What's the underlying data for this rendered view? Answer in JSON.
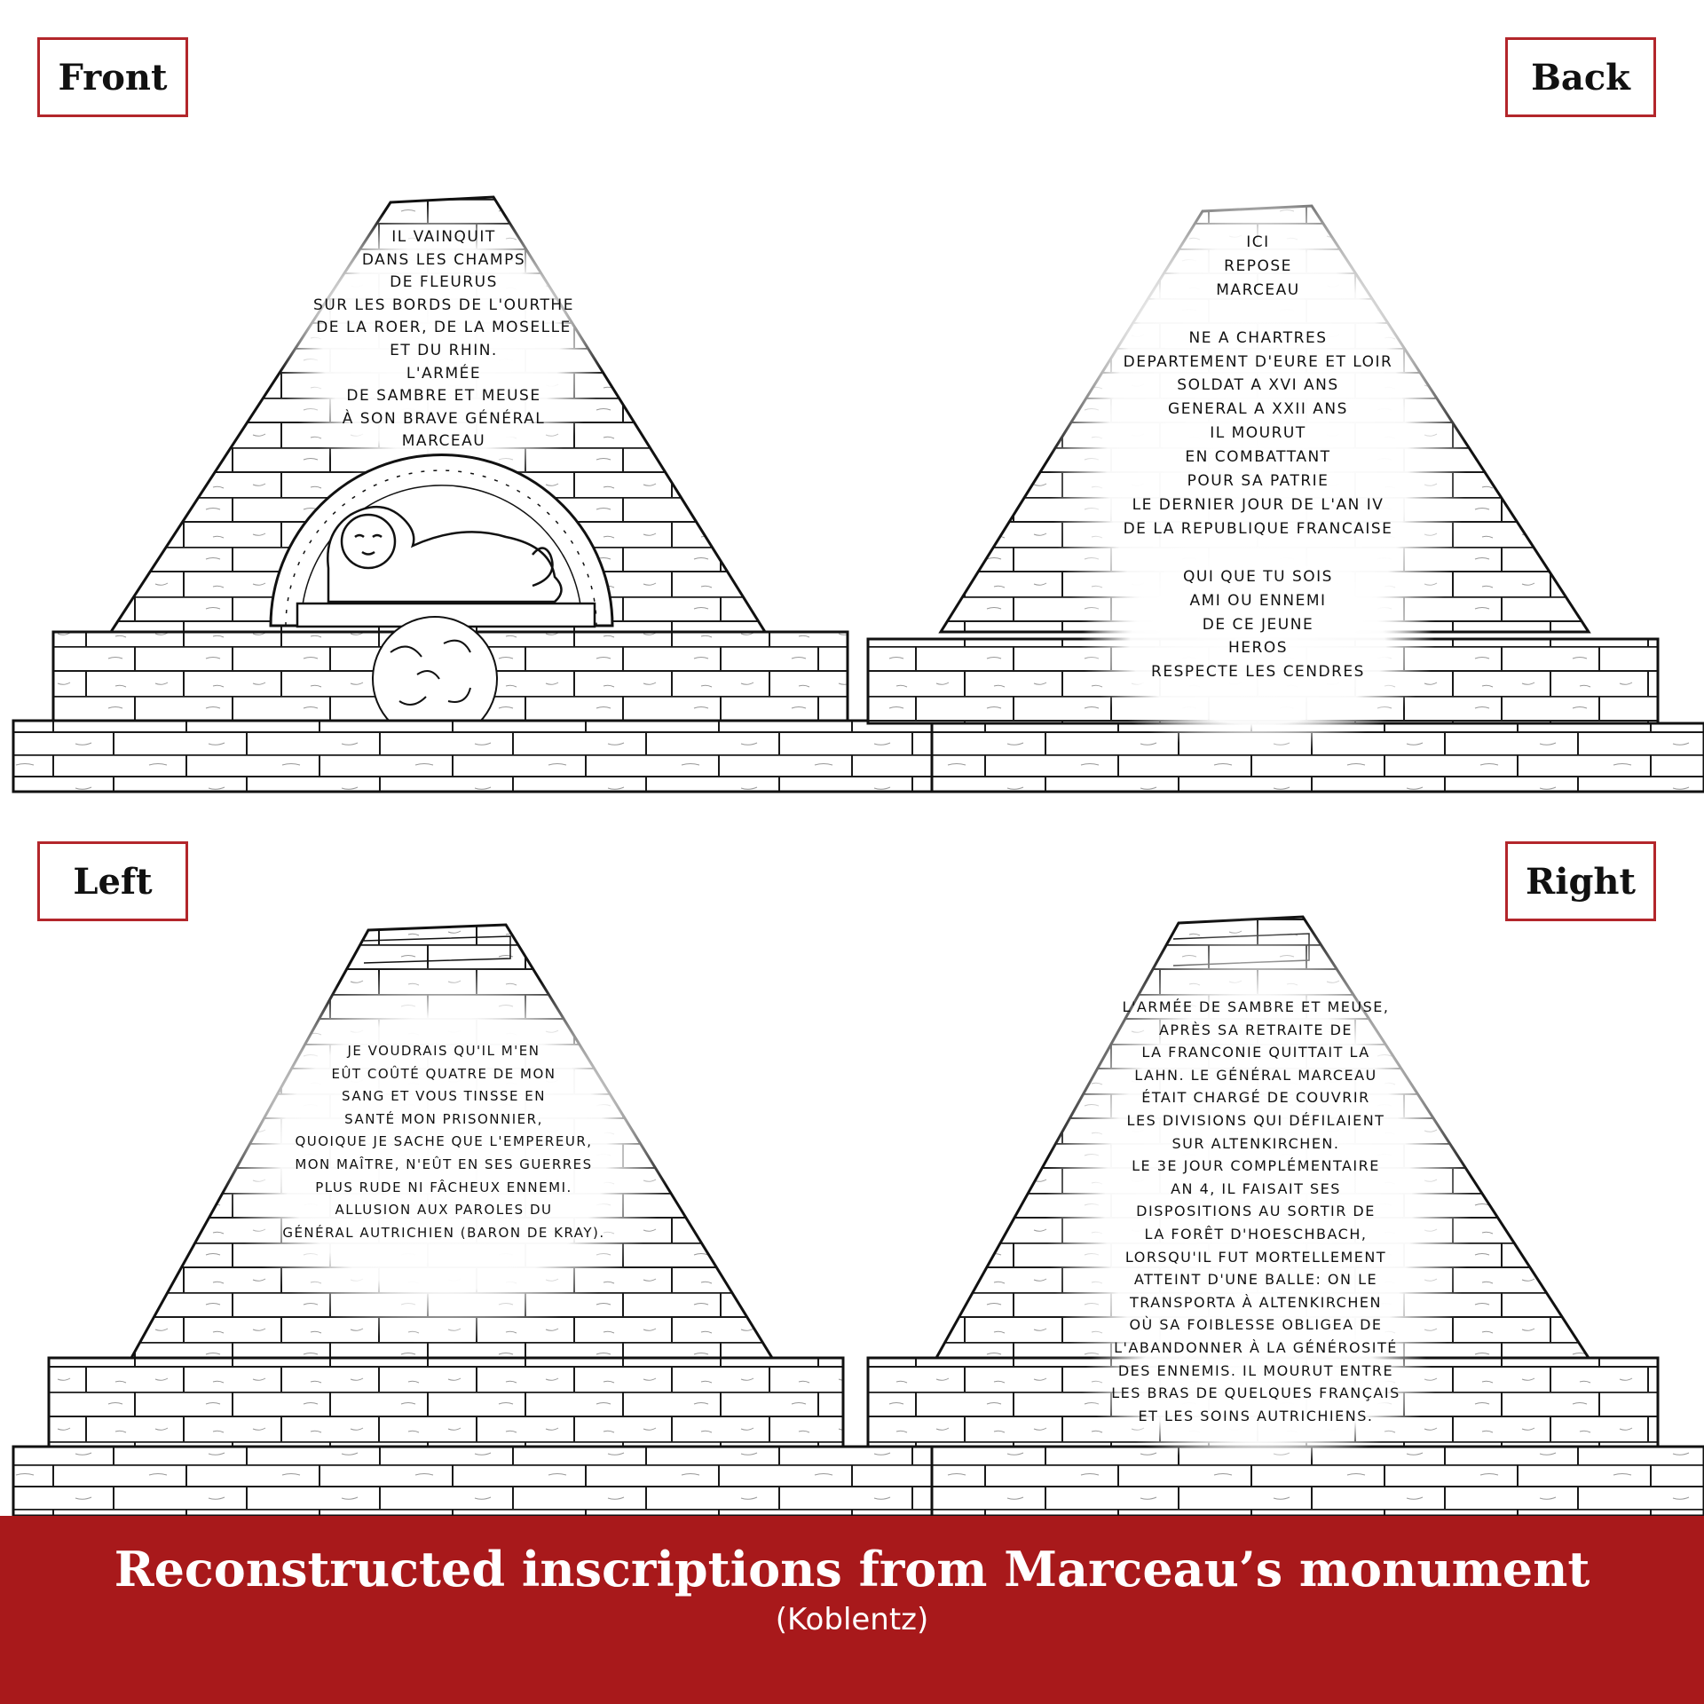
{
  "panels": {
    "front": {
      "label": "Front",
      "inscription": "Il vainquit\ndans les champs\nde Fleurus\nsur les bords de l'Ourthe\nde la Roer, de la Moselle\net du Rhin.\nL'armée\nde Sambre et Meuse\nà son brave général\nMarceau"
    },
    "back": {
      "label": "Back",
      "inscription": "Ici\nrepose\nMarceau\n\nNe a Chartres\nDepartement d'Eure et Loir\nSoldat a XVI ans\nGeneral a XXII ans\nIl mourut\nen combattant\npour sa patrie\nle dernier jour de l'an IV\nde la Republique Francaise\n\nQui que tu sois\nami ou ennemi\nde ce jeune\nheros\nrespecte les cendres"
    },
    "left": {
      "label": "Left",
      "inscription": "Je voudrais qu'il m'en\neût coûté quatre de mon\nsang et vous tinsse en\nsanté mon prisonnier,\nquoique je sache que l'Empereur,\nmon maître, n'eût en ses guerres\nplus rude ni fâcheux ennemi.\nAllusion aux paroles du\ngénéral autrichien (Baron de Kray)."
    },
    "right": {
      "label": "Right",
      "inscription": "L'armée de Sambre et Meuse,\naprès sa retraite de\nla Franconie quittait la\nLahn. Le général Marceau\nétait chargé de couvrir\nles divisions qui défilaient\nsur Altenkirchen.\nLe 3e jour complémentaire\nan 4, il faisait ses\ndispositions au sortir de\nla forêt d'Hoeschbach,\nlorsqu'il fut mortellement\natteint d'une balle: on le\ntransporta à Altenkirchen\noù sa foiblesse obligea de\nl'abandonner à la générosité\ndes ennemis. Il mourut entre\nles bras de quelques Français\net les soins autrichiens."
    }
  },
  "banner": {
    "title": "Reconstructed inscriptions from Marceau’s monument",
    "subtitle": "(Koblentz)"
  },
  "colors": {
    "accent": "#b3262b",
    "banner": "#a8191b",
    "ink": "#111111"
  },
  "icons": [
    "lion-sculpture-icon",
    "laurel-wreath-icon"
  ]
}
